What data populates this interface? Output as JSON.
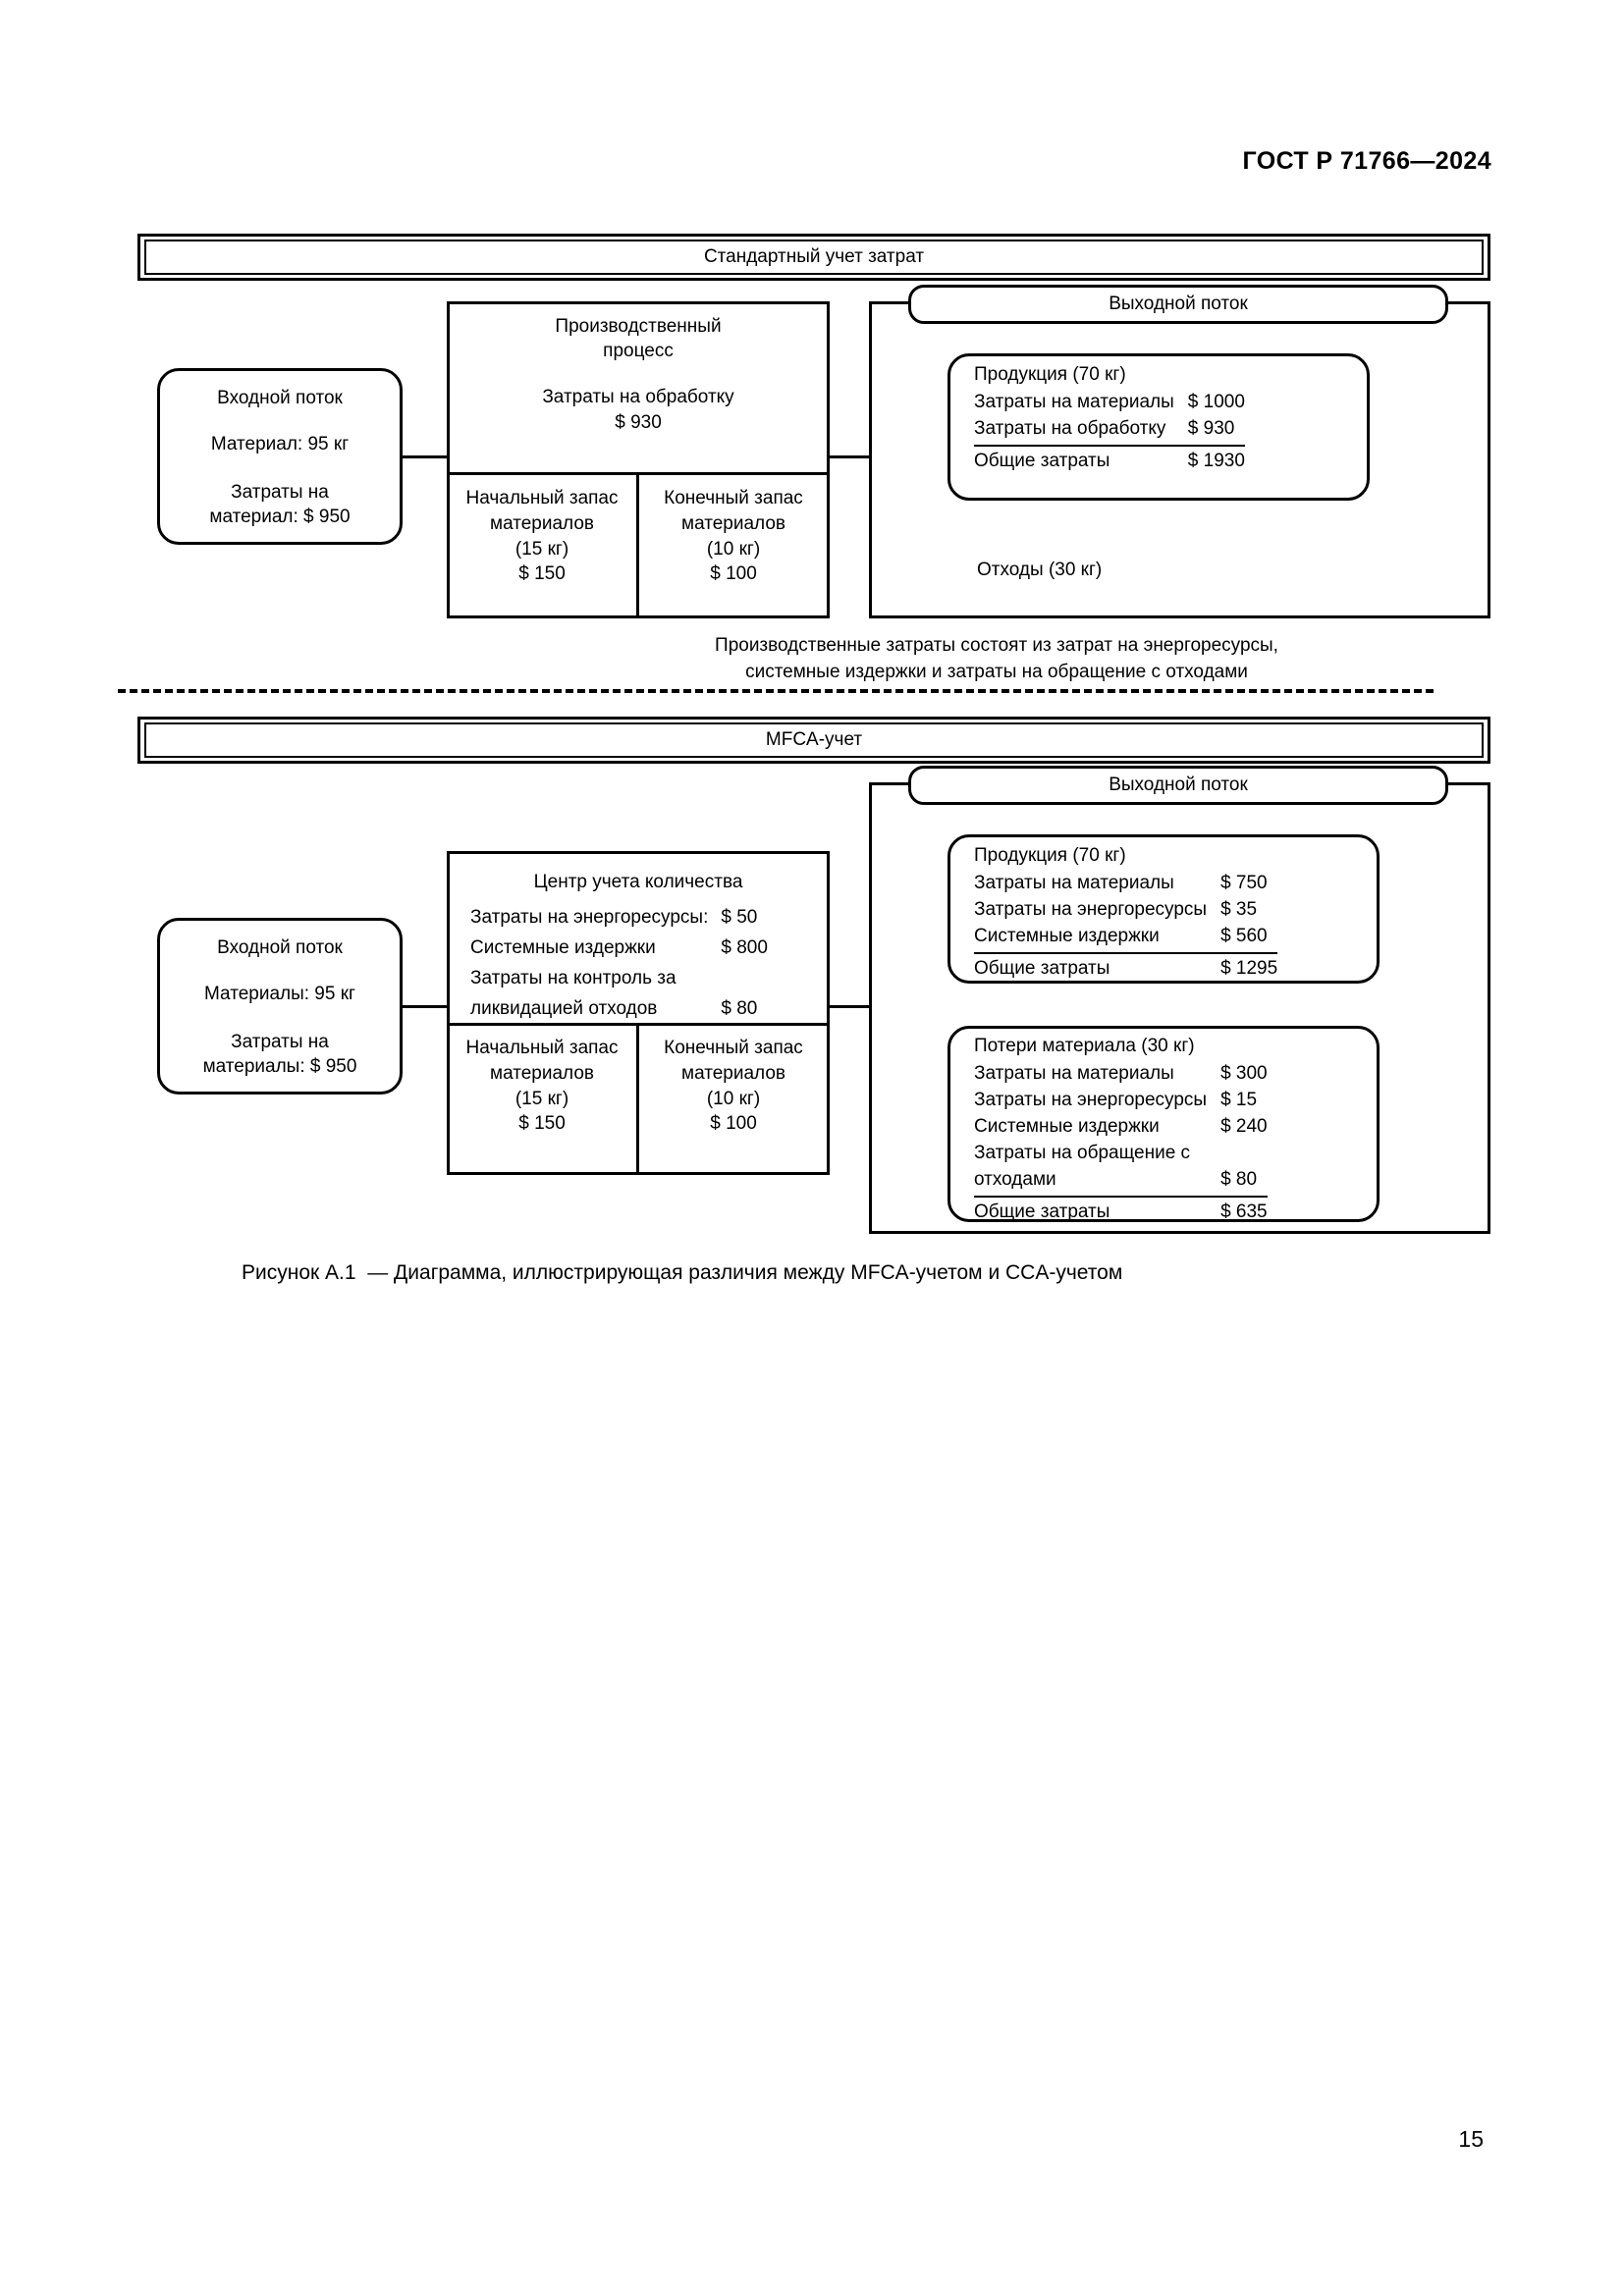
{
  "document": {
    "header": "ГОСТ Р 71766—2024",
    "page_number": "15",
    "figure_caption": "Рисунок А.1  — Диаграмма, иллюстрирующая различия между MFCA-учетом и CCA-учетом"
  },
  "separator_note": "Производственные затраты состоят из затрат на энергоресурсы,\nсистемные издержки и затраты на обращение с отходами",
  "diagram_standard": {
    "title": "Стандартный учет затрат",
    "input": {
      "label": "Входной поток",
      "material": "Материал: 95 кг",
      "cost_line1": "Затраты на",
      "cost_line2": "материал: $ 950"
    },
    "process": {
      "title_line1": "Производственный",
      "title_line2": "процесс",
      "cost_label": "Затраты на обработку",
      "cost_value": "$ 930"
    },
    "inventory_begin": {
      "line1": "Начальный запас",
      "line2": "материалов",
      "line3": "(15 кг)",
      "line4": "$ 150"
    },
    "inventory_end": {
      "line1": "Конечный запас",
      "line2": "материалов",
      "line3": "(10 кг)",
      "line4": "$ 100"
    },
    "output": {
      "label": "Выходной поток",
      "product": {
        "title": "Продукция (70 кг)",
        "rows": [
          {
            "label": "Затраты на материалы",
            "amount": "$ 1000",
            "rule": false
          },
          {
            "label": "Затраты на обработку",
            "amount": "$ 930",
            "rule": true
          },
          {
            "label": "Общие затраты",
            "amount": "$ 1930",
            "rule": false
          }
        ]
      },
      "waste": "Отходы (30 кг)"
    }
  },
  "diagram_mfca": {
    "title": "MFCA-учет",
    "input": {
      "label": "Входной поток",
      "material": "Материалы: 95 кг",
      "cost_line1": "Затраты на",
      "cost_line2": "материалы: $ 950"
    },
    "center": {
      "title": "Центр учета количества",
      "rows": [
        {
          "label": "Затраты на энергоресурсы:",
          "amount": "$ 50"
        },
        {
          "label": "Системные издержки",
          "amount": "$ 800"
        },
        {
          "label": "Затраты на контроль за",
          "amount": ""
        },
        {
          "label": "ликвидацией отходов",
          "amount": "$ 80"
        }
      ]
    },
    "inventory_begin": {
      "line1": "Начальный запас",
      "line2": "материалов",
      "line3": "(15 кг)",
      "line4": "$ 150"
    },
    "inventory_end": {
      "line1": "Конечный запас",
      "line2": "материалов",
      "line3": "(10 кг)",
      "line4": "$ 100"
    },
    "output": {
      "label": "Выходной поток",
      "product": {
        "title": "Продукция (70 кг)",
        "rows": [
          {
            "label": "Затраты на материалы",
            "amount": "$ 750",
            "rule": false
          },
          {
            "label": "Затраты на энергоресурсы",
            "amount": "$ 35",
            "rule": false
          },
          {
            "label": "Системные издержки",
            "amount": "$ 560",
            "rule": true
          },
          {
            "label": "Общие затраты",
            "amount": "$ 1295",
            "rule": false
          }
        ]
      },
      "losses": {
        "title": "Потери материала (30 кг)",
        "rows": [
          {
            "label": "Затраты на материалы",
            "amount": "$ 300",
            "rule": false
          },
          {
            "label": "Затраты на энергоресурсы",
            "amount": "$ 15",
            "rule": false
          },
          {
            "label": "Системные издержки",
            "amount": "$ 240",
            "rule": false
          },
          {
            "label": "Затраты на обращение с",
            "amount": "",
            "rule": false
          },
          {
            "label": "отходами",
            "amount": "$ 80",
            "rule": true
          },
          {
            "label": "Общие затраты",
            "amount": "$ 635",
            "rule": false
          }
        ]
      }
    }
  }
}
